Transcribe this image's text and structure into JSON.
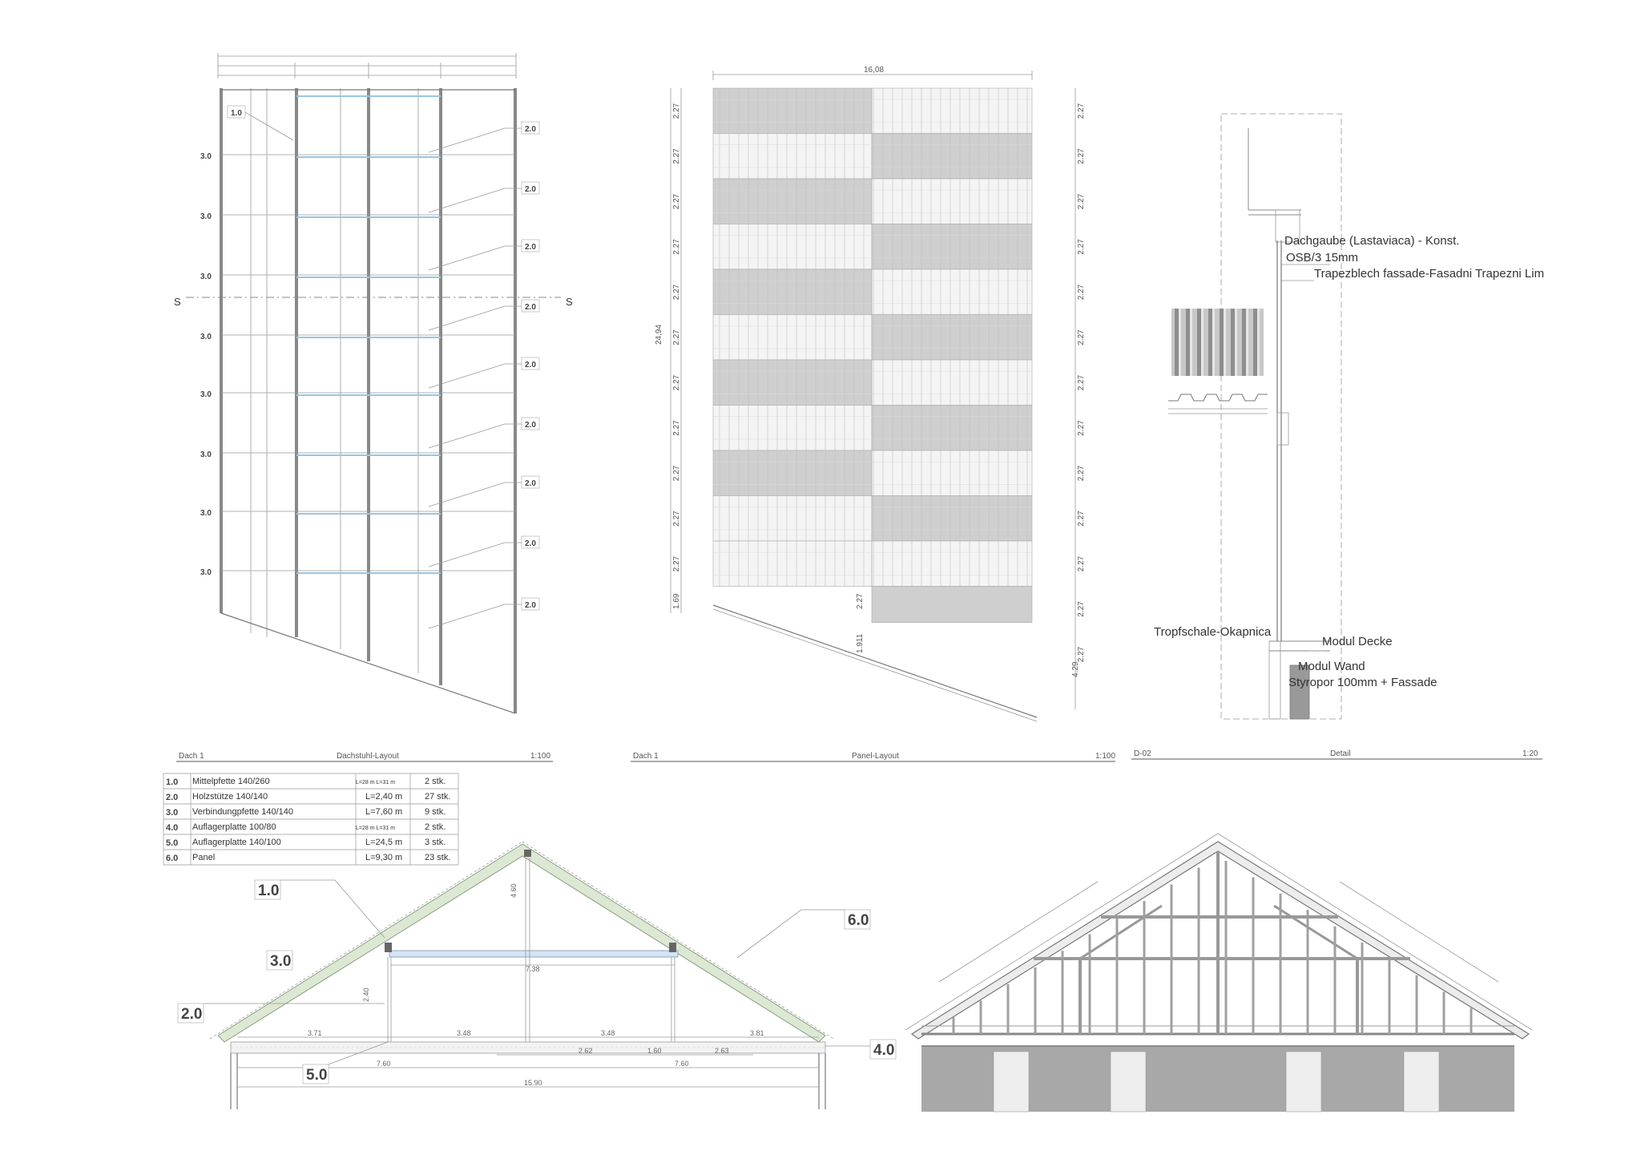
{
  "dachstuhl_layout": {
    "section_mark_left": "S",
    "section_mark_right": "S",
    "top_label": "1.0",
    "left_labels": [
      "3.0",
      "3.0",
      "3.0",
      "3.0",
      "3.0",
      "3.0",
      "3.0",
      "3.0"
    ],
    "right_labels": [
      "2.0",
      "2.0",
      "2.0",
      "2.0",
      "2.0",
      "2.0",
      "2.0",
      "2.0",
      "2.0"
    ],
    "title_left": "Dach 1",
    "title_center": "Dachstuhl-Layout",
    "title_scale": "1:100"
  },
  "panel_layout": {
    "top_dim": "16,08",
    "left_total_dim": "24,94",
    "row_dims_left": [
      "2.27",
      "2.27",
      "2.27",
      "2.27",
      "2.27",
      "2.27",
      "2.27",
      "2.27",
      "2.27",
      "2.27",
      "2.27"
    ],
    "row_dims_right": [
      "2.27",
      "2.27",
      "2.27",
      "2.27",
      "2.27",
      "2.27",
      "2.27",
      "2.27",
      "2.27",
      "2.27",
      "2.27",
      "2.27",
      "2.27"
    ],
    "bottom_left_dim": "1.69",
    "bottom_mid_dim": "2.27",
    "bottom_small_dim": "1.911",
    "bottom_right_dim": "4.29",
    "title_left": "Dach 1",
    "title_center": "Panel-Layout",
    "title_scale": "1:100"
  },
  "detail": {
    "label_dachgaube": "Dachgaube (Lastaviaca) - Konst.",
    "label_osb": "OSB/3 15mm",
    "label_trapez": "Trapezblech fassade-Fasadni Trapezni Lim",
    "label_tropf": "Tropfschale-Okapnica",
    "label_modul_decke": "Modul Decke",
    "label_modul_wand": "Modul Wand",
    "label_styropor": "Styropor 100mm + Fassade",
    "title_left": "D-02",
    "title_center": "Detail",
    "title_scale": "1:20"
  },
  "parts_table": [
    {
      "num": "1.0",
      "name": "Mittelpfette 140/260",
      "length": "L=28 m L=31 m",
      "qty": "2 stk."
    },
    {
      "num": "2.0",
      "name": "Holzstütze 140/140",
      "length": "L=2,40 m",
      "qty": "27 stk."
    },
    {
      "num": "3.0",
      "name": "Verbindungpfette 140/140",
      "length": "L=7,60 m",
      "qty": "9 stk."
    },
    {
      "num": "4.0",
      "name": "Auflagerplatte 100/80",
      "length": "L=28 m L=31 m",
      "qty": "2 stk."
    },
    {
      "num": "5.0",
      "name": "Auflagerplatte 140/100",
      "length": "L=24,5 m",
      "qty": "3 stk."
    },
    {
      "num": "6.0",
      "name": "Panel",
      "length": "L=9,30 m",
      "qty": "23 stk."
    }
  ],
  "section": {
    "callout_1": "1.0",
    "callout_3": "3.0",
    "callout_2": "2.0",
    "callout_5": "5.0",
    "callout_6": "6.0",
    "callout_4": "4.0",
    "dim_span": "7.38",
    "dim_total": "15.90",
    "dim_half_left": "7.60",
    "dim_half_right": "7.60",
    "dim_height": "4.60",
    "dim_post": "2.40",
    "dims_bottom": [
      "3.71",
      "3.48",
      "3.48",
      "3.81"
    ],
    "dims_base": [
      "2.62",
      "1.60",
      "2.63"
    ]
  }
}
